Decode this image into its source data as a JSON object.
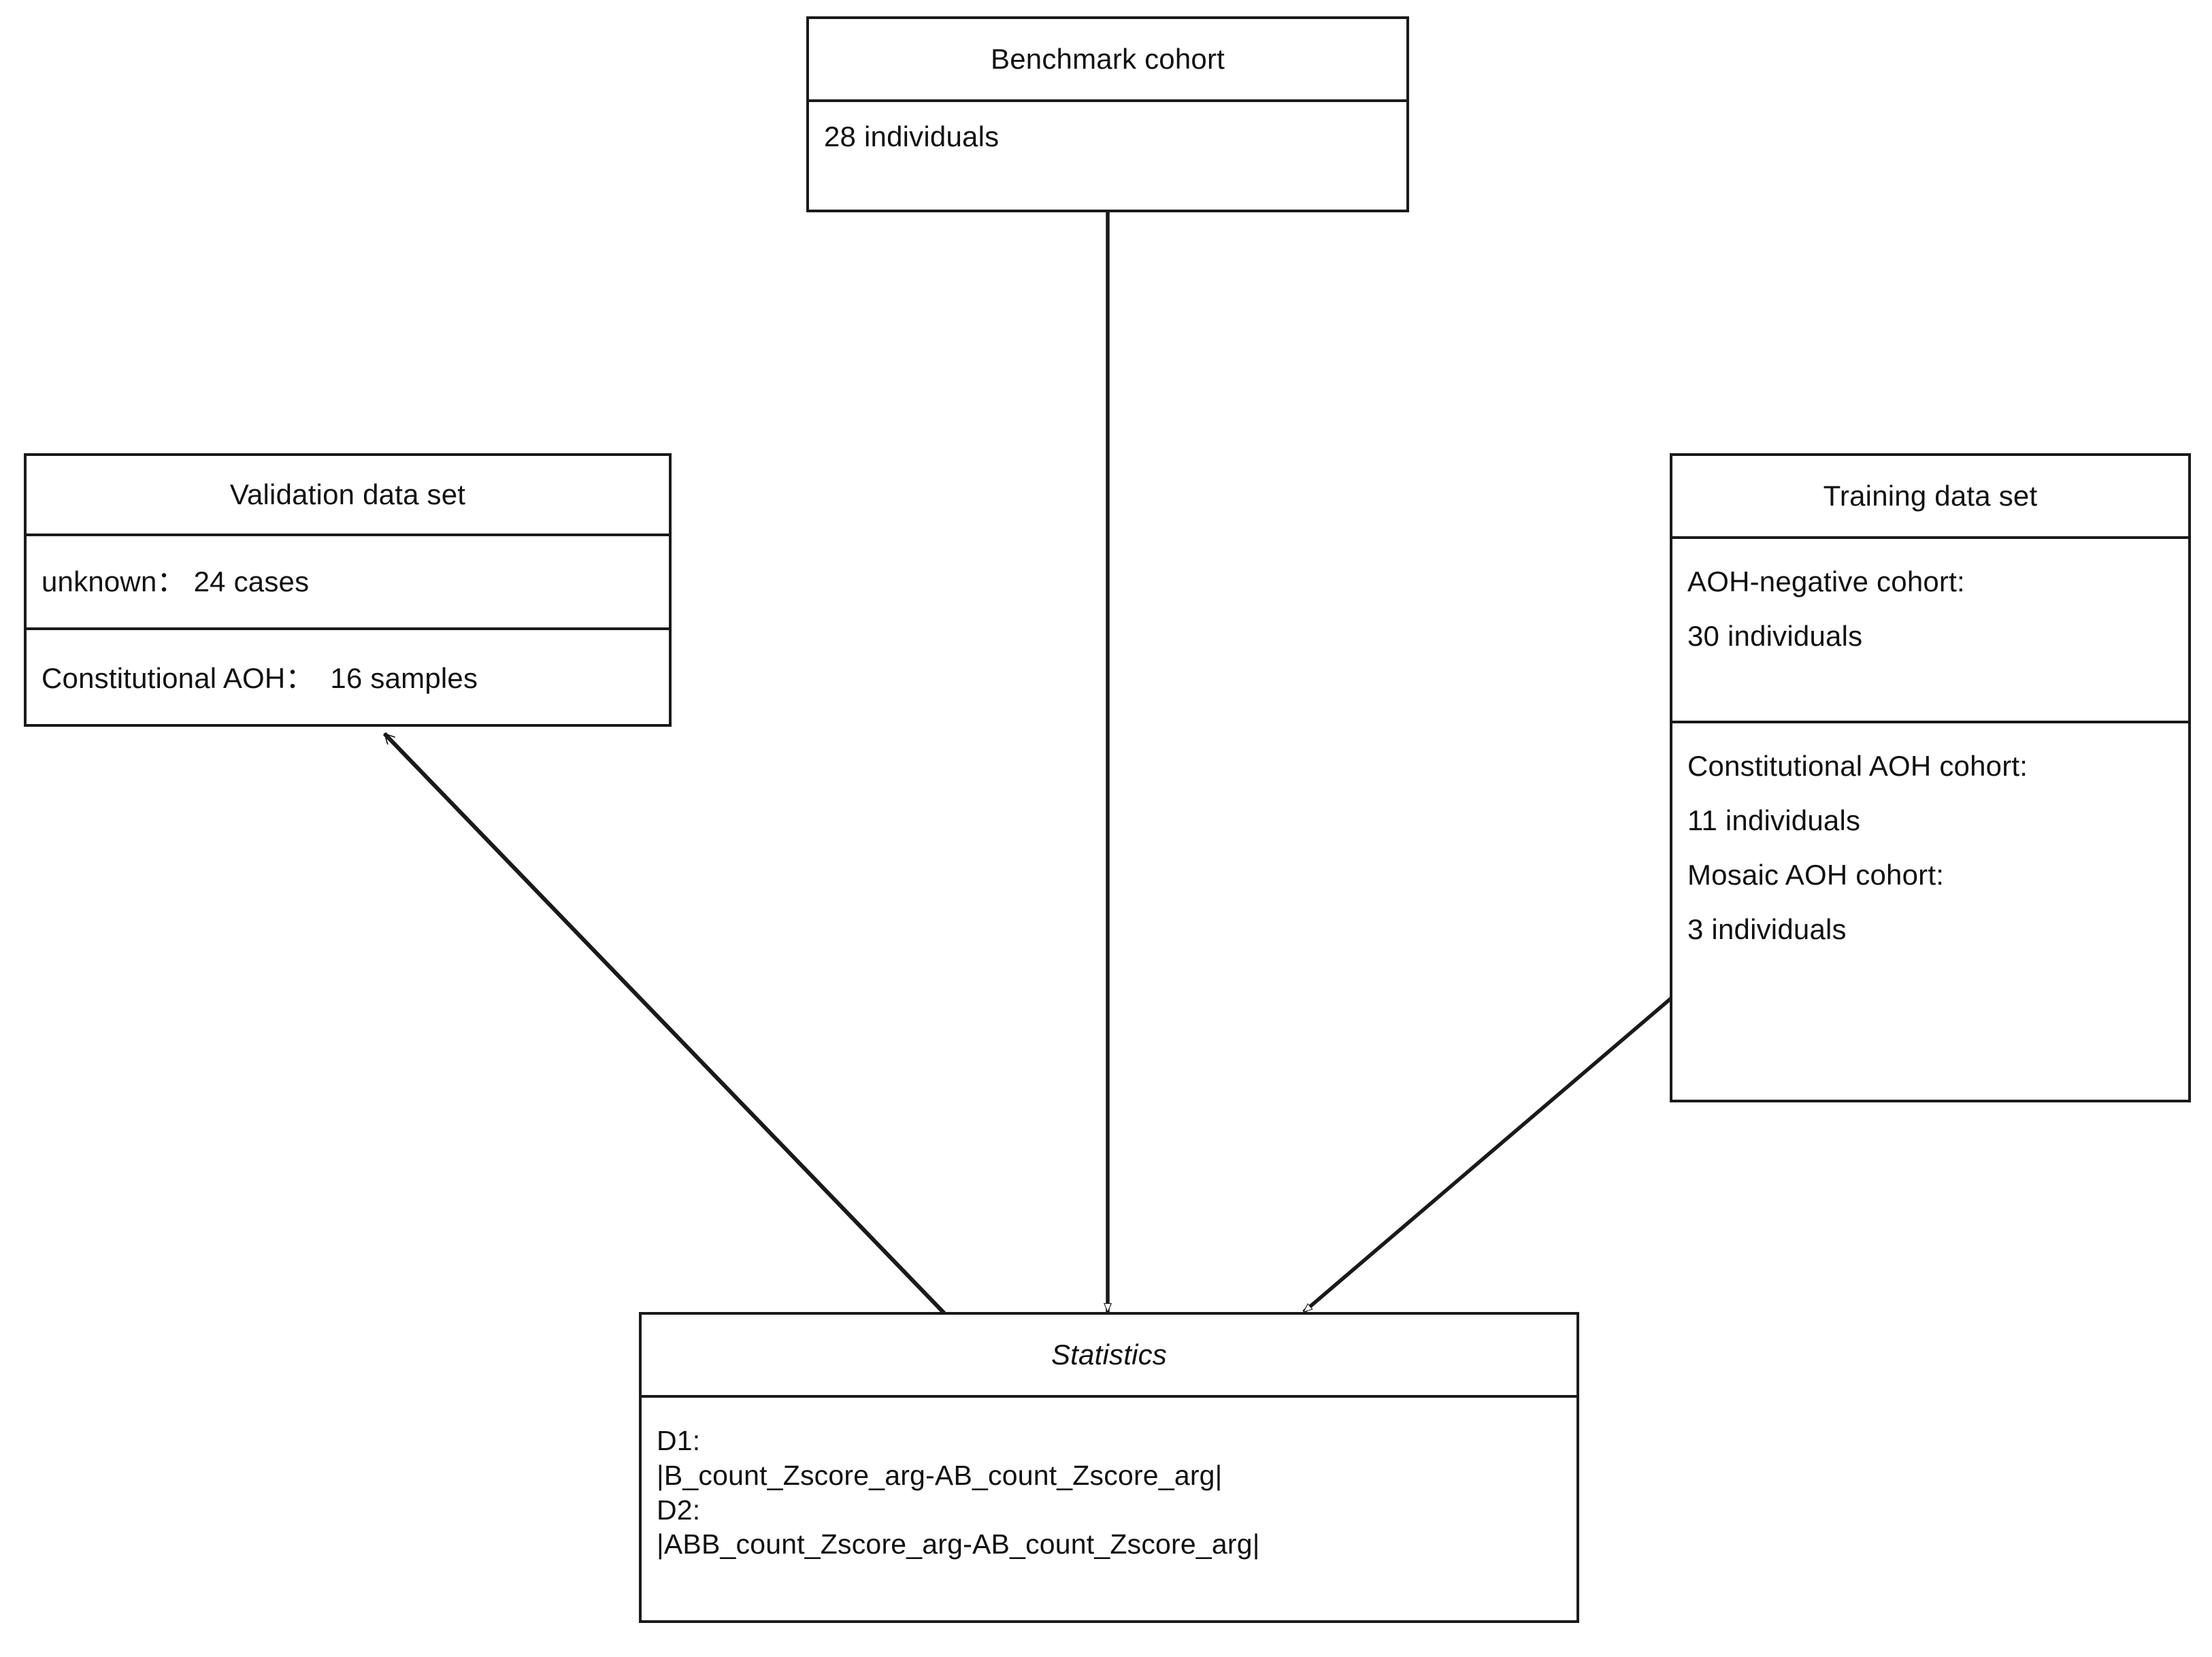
{
  "diagram": {
    "type": "uml-class-diagram",
    "background": "#ffffff",
    "stroke_color": "#1a1a1a",
    "text_color": "#111111",
    "nodes": {
      "benchmark": {
        "title": "Benchmark  cohort",
        "compartments": [
          {
            "lines": [
              "28 individuals"
            ]
          }
        ]
      },
      "validation": {
        "title": "Validation data set",
        "compartments": [
          {
            "lines": [
              "unknown： 24 cases"
            ]
          },
          {
            "lines": [
              "Constitutional AOH：  16 samples"
            ]
          }
        ]
      },
      "training": {
        "title": "Training data set",
        "compartments": [
          {
            "lines": [
              "AOH-negative cohort:",
              "30 individuals"
            ]
          },
          {
            "lines": [
              "Constitutional AOH cohort:",
              "11 individuals",
              "Mosaic AOH cohort:",
              "3 individuals"
            ]
          }
        ]
      },
      "statistics": {
        "title": "Statistics",
        "compartments": [
          {
            "lines": [
              "D1:",
              "|B_count_Zscore_arg-AB_count_Zscore_arg|",
              "D2:",
              "|ABB_count_Zscore_arg-AB_count_Zscore_arg|"
            ]
          }
        ]
      }
    },
    "edges": [
      {
        "name": "benchmark-to-statistics",
        "from": "benchmark",
        "to": "statistics",
        "arrowhead": "hollow-triangle"
      },
      {
        "name": "training-to-statistics",
        "from": "training",
        "to": "statistics",
        "arrowhead": "hollow-triangle"
      },
      {
        "name": "statistics-to-validation",
        "from": "statistics",
        "to": "validation",
        "arrowhead": "open-v"
      }
    ]
  }
}
